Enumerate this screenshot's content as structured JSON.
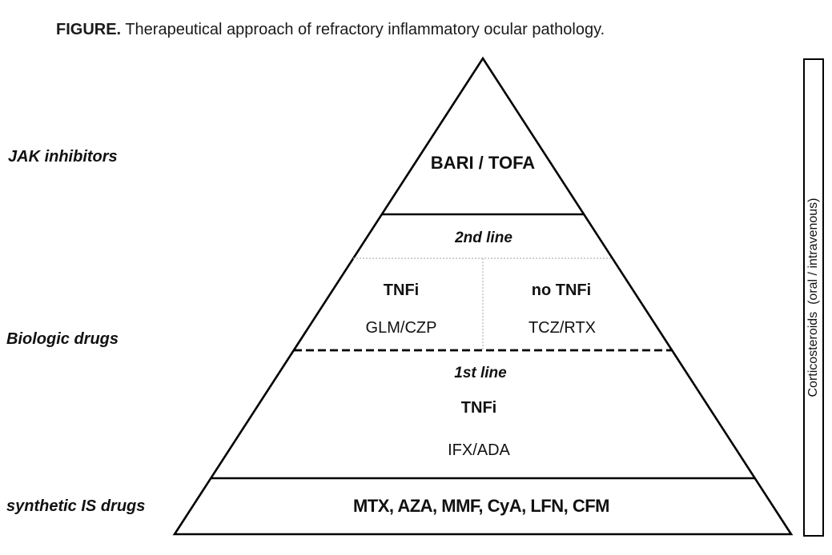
{
  "title": {
    "prefix": "FIGURE.",
    "text": " Therapeutical approach of refractory inflammatory ocular pathology."
  },
  "side_labels": {
    "jak": "JAK inhibitors",
    "biologic": "Biologic drugs",
    "synthetic": "synthetic IS drugs"
  },
  "pyramid": {
    "jak_level": {
      "drugs": "BARI / TOFA"
    },
    "biologic_level": {
      "second_line_label": "2nd line",
      "tnfi": {
        "label": "TNFi",
        "drugs": "GLM/CZP"
      },
      "no_tnfi": {
        "label": "no TNFi",
        "drugs": "TCZ/RTX"
      },
      "first_line_label": "1st line",
      "first_line": {
        "label": "TNFi",
        "drugs": "IFX/ADA"
      }
    },
    "synthetic_level": {
      "drugs": "MTX, AZA, MMF, CyA, LFN, CFM"
    }
  },
  "corticosteroids_bar": {
    "label": "Corticosteroids  (oral / intravenous)"
  },
  "colors": {
    "line": "#000000",
    "dotted_divider": "#b3b3b3",
    "text": "#111111",
    "background": "#ffffff"
  }
}
